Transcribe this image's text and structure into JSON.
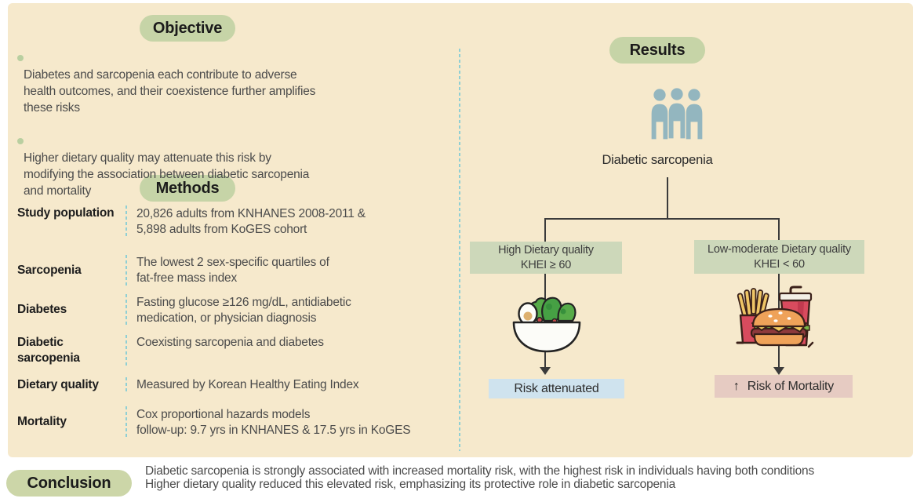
{
  "objective": {
    "title": "Objective",
    "bullets": [
      "Diabetes and sarcopenia each contribute to adverse\nhealth outcomes, and their coexistence further amplifies\nthese risks",
      "Higher dietary quality may attenuate this risk by\nmodifying the association between diabetic sarcopenia\nand mortality"
    ]
  },
  "methods": {
    "title": "Methods",
    "rows": [
      {
        "label": "Study population",
        "value": "20,826 adults from KNHANES 2008-2011 &\n5,898 adults from KoGES cohort"
      },
      {
        "label": "Sarcopenia",
        "value": "The lowest 2 sex-specific quartiles of\nfat-free mass index"
      },
      {
        "label": "Diabetes",
        "value": "Fasting glucose ≥126 mg/dL, antidiabetic\nmedication, or physician diagnosis"
      },
      {
        "label": "Diabetic\nsarcopenia",
        "value": "Coexisting sarcopenia and diabetes"
      },
      {
        "label": "Dietary quality",
        "value": "Measured by Korean Healthy Eating Index"
      },
      {
        "label": "Mortality",
        "value": "Cox proportional hazards models\nfollow-up: 9.7 yrs in KNHANES & 17.5 yrs in  KoGES"
      }
    ]
  },
  "results": {
    "title": "Results",
    "population_label": "Diabetic sarcopenia",
    "branch_high": {
      "condition": "High Dietary quality\nKHEI ≥ 60",
      "outcome": "Risk attenuated"
    },
    "branch_low": {
      "condition": "Low-moderate Dietary quality\nKHEI < 60",
      "outcome_arrow": "↑",
      "outcome": "Risk of Mortality"
    }
  },
  "conclusion": {
    "title": "Conclusion",
    "text": "Diabetic sarcopenia is strongly associated with increased mortality risk, with the highest risk in individuals having both conditions\nHigher dietary quality reduced this elevated risk, emphasizing its protective role in diabetic sarcopenia"
  },
  "colors": {
    "background_beige": "#f6e9cc",
    "pill_green": "#c6d4a7",
    "branch_box_green": "#cdd8ba",
    "outcome_blue": "#cfe3ee",
    "outcome_pink": "#e6cbc2",
    "people_teal": "#93b6bf",
    "dashed_divider_teal": "#8fcfd4",
    "flow_line": "#3b3b3b"
  },
  "icons": {
    "people": "people-icon",
    "salad": "salad-bowl-icon",
    "fast_food": "fast-food-icon"
  }
}
